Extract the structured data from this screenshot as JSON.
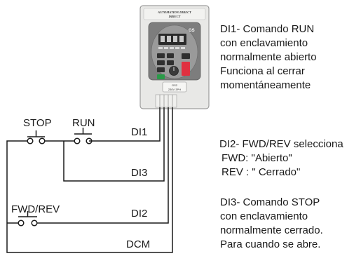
{
  "drive": {
    "brand": "AUTOMATION DIRECT",
    "logo": "GS",
    "bottom_label_1": "GS2",
    "bottom_label_2": "230V 3PH"
  },
  "switches": {
    "stop_label": "STOP",
    "run_label": "RUN",
    "fwdrev_label": "FWD/REV"
  },
  "terminals": {
    "di1": "DI1",
    "di3": "DI3",
    "di2": "DI2",
    "dcm": "DCM"
  },
  "descriptions": {
    "di1": [
      "DI1- Comando RUN",
      "con enclavamiento",
      "normalmente abierto",
      "Funciona al cerrar",
      "momentáneamente"
    ],
    "di2": [
      "DI2- FWD/REV selecciona",
      "FWD: \"Abierto\"",
      "REV : \" Cerrado\""
    ],
    "di3": [
      "DI3- Comando STOP",
      "con enclavamiento",
      "normalmente cerrado.",
      "Para cuando se abre."
    ]
  },
  "colors": {
    "wire": "#1a1a1a",
    "drive_body": "#e8e8e6",
    "display": "#2b2b2b",
    "stop_key": "#e03040",
    "run_key": "#2a9a48"
  }
}
